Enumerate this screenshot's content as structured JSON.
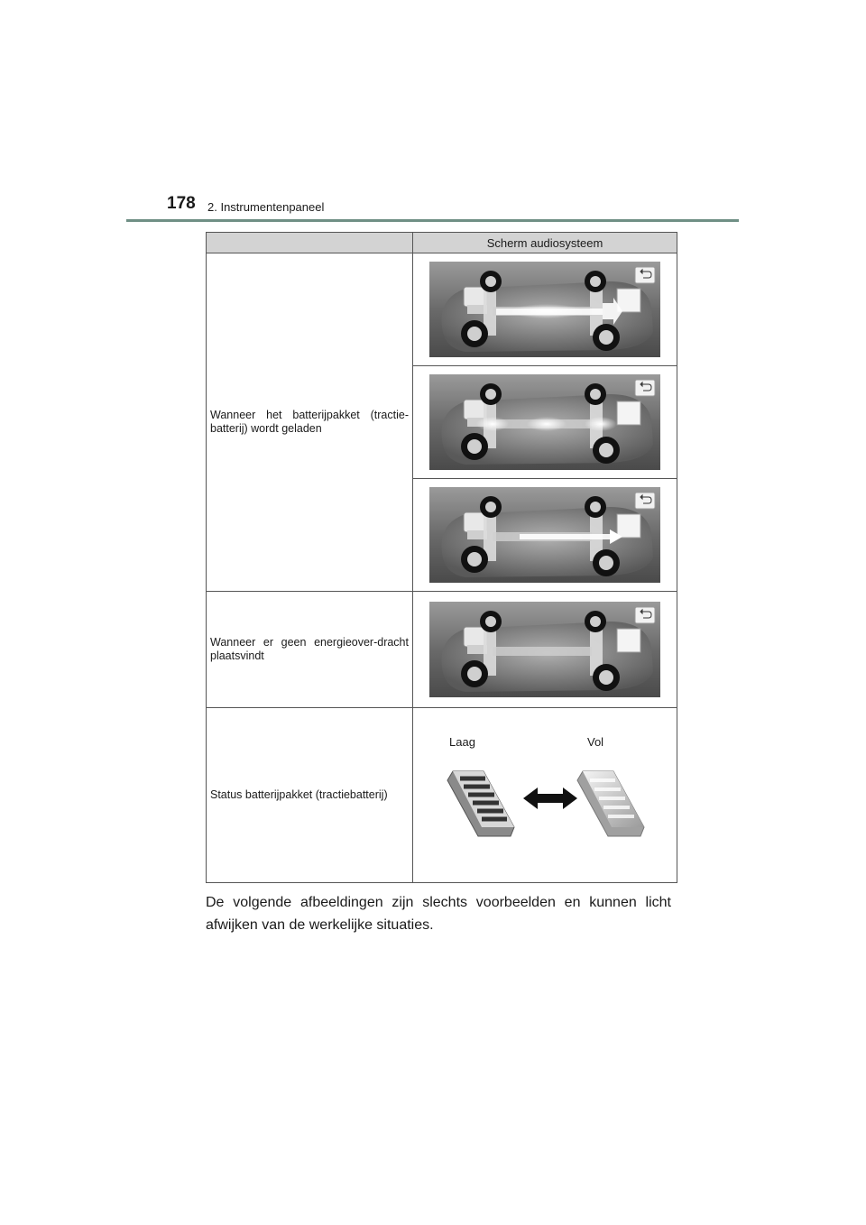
{
  "header": {
    "page_number": "178",
    "chapter": "2. Instrumentenpaneel"
  },
  "table": {
    "col_header": "Scherm audiosysteem",
    "rows": [
      {
        "label": "Wanneer het batterijpakket (tractie-batterij) wordt geladen"
      },
      {
        "label": "Wanneer er geen energieover-dracht plaatsvindt"
      },
      {
        "label": "Status batterijpakket (tractiebatterij)"
      }
    ],
    "battery": {
      "low_label": "Laag",
      "full_label": "Vol"
    }
  },
  "icons": {
    "return": "return-arrow-icon",
    "double_arrow": "double-arrow-icon"
  },
  "footnote": "De volgende afbeeldingen zijn slechts voorbeelden en kunnen licht afwijken van de werkelijke situaties."
}
